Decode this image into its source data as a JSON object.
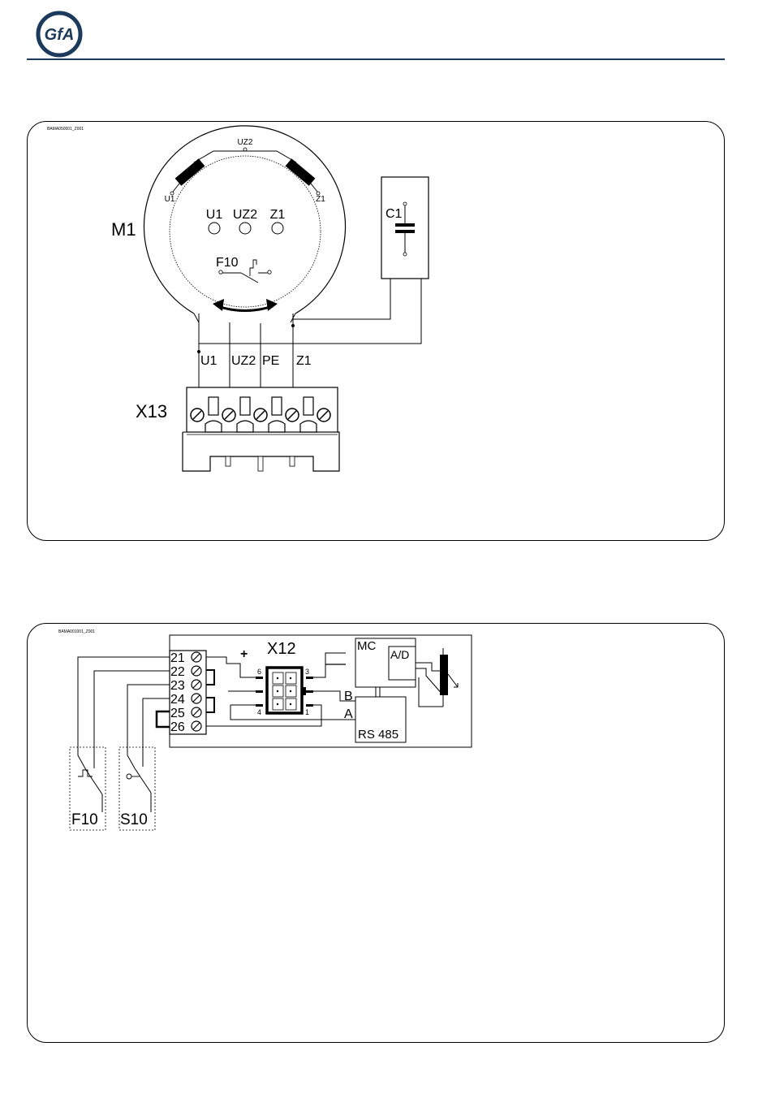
{
  "header": {
    "logo_text": "GfA",
    "brand_color": "#1b3a5c"
  },
  "motor_diagram": {
    "drawing_ref": "BAMA050001_Z001",
    "motor_label": "M1",
    "winding_tap_top": "UZ2",
    "winding_left_end": "U1",
    "winding_right_end": "Z1",
    "pins": [
      "U1",
      "UZ2",
      "Z1"
    ],
    "thermal_switch": "F10",
    "capacitor": "C1",
    "wire_labels": [
      "U1",
      "UZ2",
      "PE",
      "Z1"
    ],
    "terminal_block": "X13"
  },
  "control_diagram": {
    "drawing_ref": "BAMA001001_Z001",
    "connector": "X12",
    "terminals": [
      "21",
      "22",
      "23",
      "24",
      "25",
      "26"
    ],
    "pin_6": "6",
    "pin_3": "3",
    "pin_4": "4",
    "pin_1": "1",
    "plus_sign": "+",
    "bus_b": "B",
    "bus_a": "A",
    "mc_label": "MC",
    "adc_label": "A/D",
    "rs485_label": "RS 485",
    "f10_label": "F10",
    "s10_label": "S10"
  }
}
